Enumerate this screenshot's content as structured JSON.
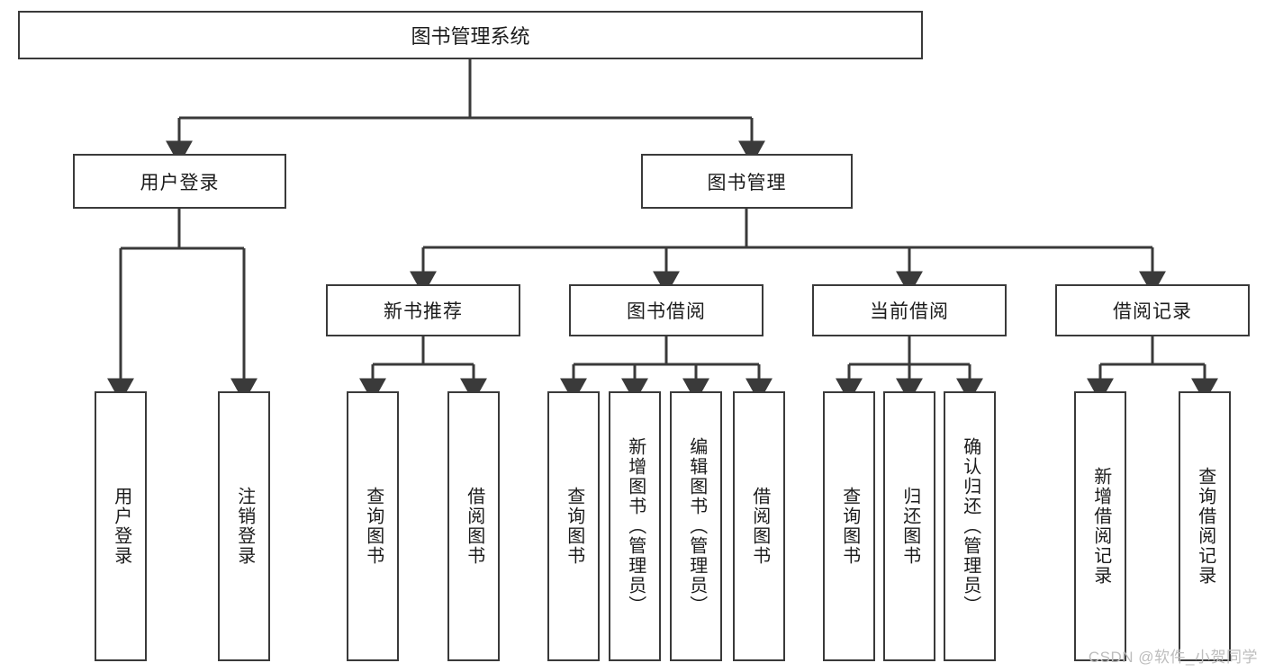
{
  "diagram": {
    "title": "图书管理系统",
    "type": "hierarchy-tree",
    "root": {
      "label": "图书管理系统"
    },
    "level1": [
      {
        "label": "用户登录"
      },
      {
        "label": "图书管理"
      }
    ],
    "level2": [
      {
        "label": "新书推荐"
      },
      {
        "label": "图书借阅"
      },
      {
        "label": "当前借阅"
      },
      {
        "label": "借阅记录"
      }
    ],
    "leaves": {
      "user_login": [
        {
          "label": "用户登录"
        },
        {
          "label": "注销登录"
        }
      ],
      "new_book_recommend": [
        {
          "label": "查询图书"
        },
        {
          "label": "借阅图书"
        }
      ],
      "book_borrow": [
        {
          "label": "查询图书"
        },
        {
          "label": "新增图书（管理员）"
        },
        {
          "label": "编辑图书（管理员）"
        },
        {
          "label": "借阅图书"
        }
      ],
      "current_borrow": [
        {
          "label": "查询图书"
        },
        {
          "label": "归还图书"
        },
        {
          "label": "确认归还（管理员）"
        }
      ],
      "borrow_record": [
        {
          "label": "新增借阅记录"
        },
        {
          "label": "查询借阅记录"
        }
      ]
    }
  },
  "watermark": {
    "text": "CSDN @软件_小贺同学"
  },
  "colors": {
    "border": "#3a3a3a",
    "text": "#1b1b1b",
    "background": "#ffffff",
    "watermark": "#bdbdbd"
  }
}
